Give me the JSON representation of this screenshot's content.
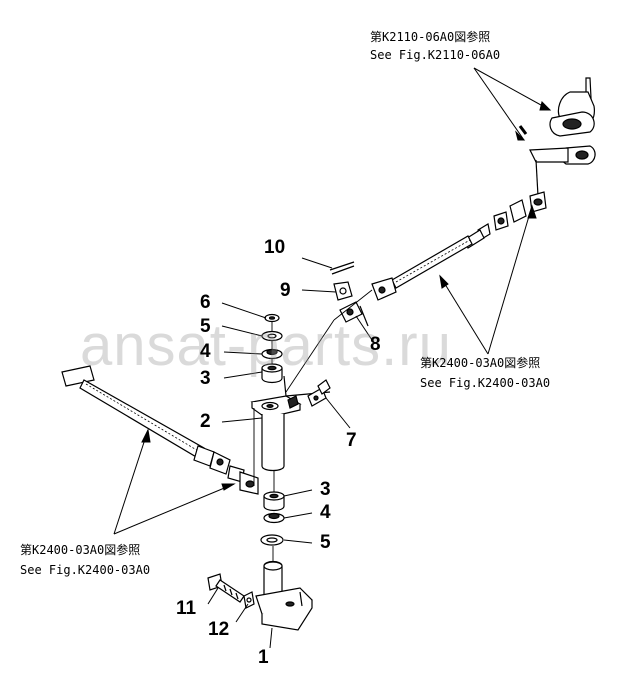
{
  "watermark": "ansat-parts.ru",
  "references": {
    "top_jp": "第K2110-06A0図参照",
    "top_en": "See Fig.K2110-06A0",
    "right_jp": "第K2400-03A0図参照",
    "right_en": "See Fig.K2400-03A0",
    "left_jp": "第K2400-03A0図参照",
    "left_en": "See Fig.K2400-03A0"
  },
  "callouts": {
    "c1": "1",
    "c2": "2",
    "c3a": "3",
    "c3b": "3",
    "c4a": "4",
    "c4b": "4",
    "c5a": "5",
    "c5b": "5",
    "c6": "6",
    "c7": "7",
    "c8": "8",
    "c9": "9",
    "c10": "10",
    "c11": "11",
    "c12": "12"
  }
}
